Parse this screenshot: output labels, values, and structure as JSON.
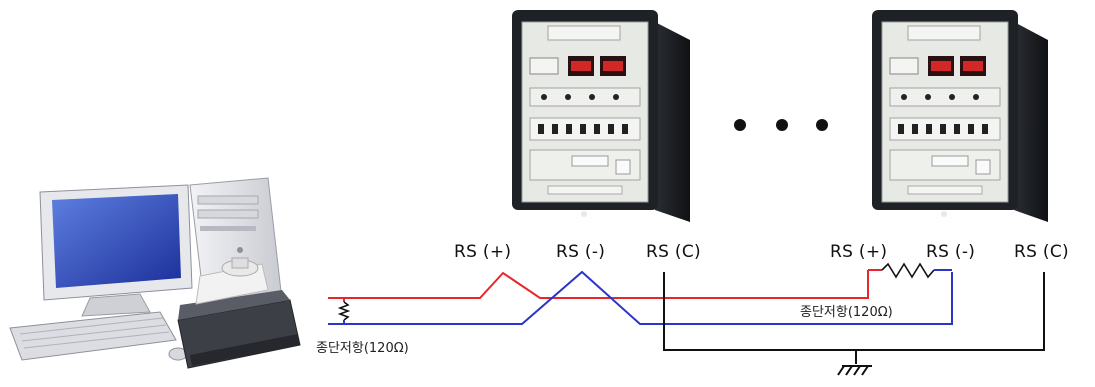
{
  "terminals": {
    "left": {
      "plus": "RS (+)",
      "minus": "RS (-)",
      "common": "RS (C)"
    },
    "right": {
      "plus": "RS (+)",
      "minus": "RS (-)",
      "common": "RS (C)"
    }
  },
  "termination": {
    "pc_side": "종단저항(120Ω)",
    "device_side": "종단저항(120Ω)"
  },
  "colors": {
    "plus_line": "#e8262b",
    "minus_line": "#2d34c8",
    "common_line": "#111111",
    "panel": "#e6e9e4",
    "cabinet": "#1e2126"
  },
  "icons": [
    "desktop-computer-icon",
    "printer-icon",
    "protection-relay-icon",
    "ellipsis-dots-icon",
    "resistor-icon",
    "ground-icon"
  ]
}
